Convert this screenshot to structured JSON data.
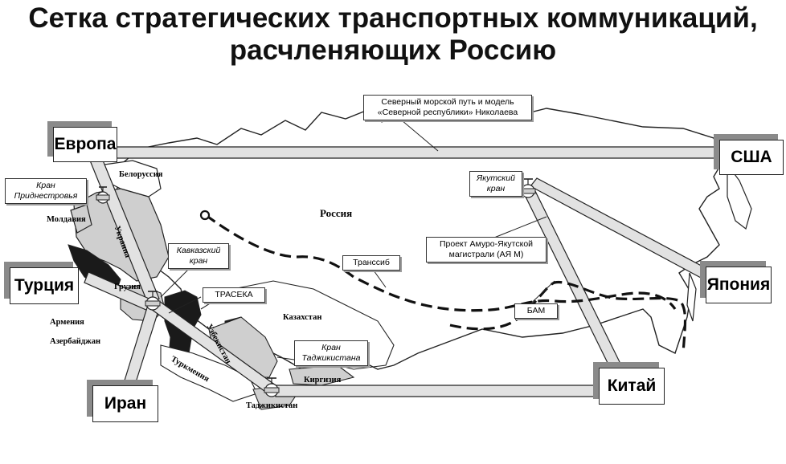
{
  "title": {
    "line1": "Сетка стратегических транспортных коммуникаций,",
    "line2": "расчленяющих Россию"
  },
  "nodes": {
    "europe": "Европа",
    "usa": "США",
    "turkey": "Турция",
    "japan": "Япония",
    "iran": "Иран",
    "china": "Китай"
  },
  "callouts": {
    "northern_route": "Северный морской путь и модель «Северной республики» Николаева",
    "yakutsk_crane": "Якутский кран",
    "pridnestrovie_crane": "Кран Приднестровья",
    "caucasus_crane": "Кавказский кран",
    "traseca": "ТРАСЕКА",
    "transsib": "Транссиб",
    "amur_yakutsk": "Проект Амуро-Якутской магистрали (АЯ М)",
    "bam": "БАМ",
    "tajik_crane": "Кран Таджикистана"
  },
  "regions": {
    "russia": "Россия",
    "belarus": "Белоруссия",
    "ukraine": "Украина",
    "moldova": "Молдавия",
    "georgia": "Грузия",
    "armenia": "Армения",
    "azerbaijan": "Азербайджан",
    "kazakhstan": "Казахстан",
    "uzbekistan": "Узбекистан",
    "turkmenistan": "Туркмения",
    "kyrgyzstan": "Киргизия",
    "tajikistan": "Таджикистан"
  },
  "colors": {
    "corridor_fill": "#e2e2e2",
    "land_fill": "#ffffff",
    "light_region": "#cfcfcf",
    "dark_region": "#1a1a1a",
    "node_shadow": "#8a8a8a"
  },
  "icons": [
    "valve-icon",
    "rail-route-icon"
  ]
}
